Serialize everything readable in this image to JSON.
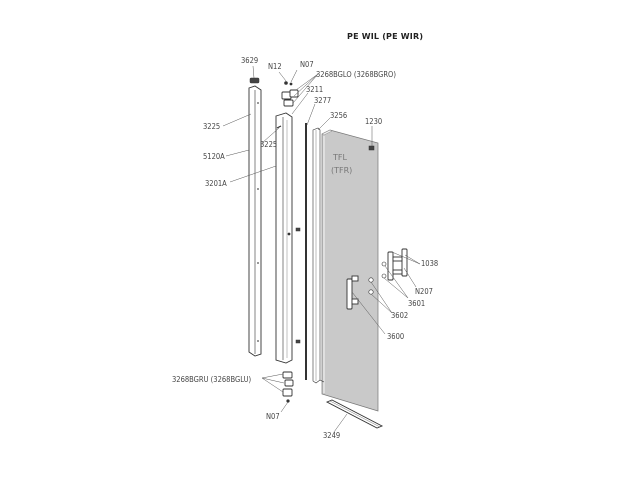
{
  "title": "PE WIL (PE WIR)",
  "labels": {
    "p3629": "3629",
    "n12": "N12",
    "n07_top": "N07",
    "p3268bglo": "3268BGLO (3268BGRO)",
    "p3211": "3211",
    "p3277": "3277",
    "p3225_a": "3225",
    "p3256": "3256",
    "p1230": "1230",
    "p3225_b": "3225",
    "p5120a": "5120A",
    "p3201a": "3201A",
    "tfl": "TFL",
    "tfr": "(TFR)",
    "p1038": "1038",
    "n207": "N207",
    "p3601": "3601",
    "p3602": "3602",
    "p3600": "3600",
    "p3268bgru": "3268BGRU (3268BGLU)",
    "n07_bottom": "N07",
    "p3249": "3249"
  },
  "colors": {
    "glass": "#c9c9c9",
    "line": "#333333",
    "background": "#ffffff"
  }
}
